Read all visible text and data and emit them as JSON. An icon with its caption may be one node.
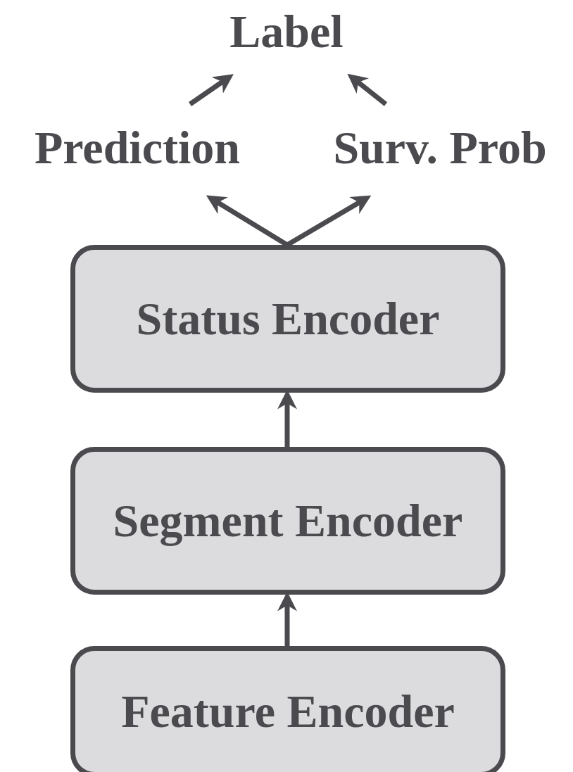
{
  "diagram": {
    "nodes": [
      {
        "text": [
          "Label"
        ]
      },
      {
        "text": [
          "Prediction"
        ]
      },
      {
        "text": [
          "Surv. Prob"
        ]
      },
      {
        "text": [
          "Status Encoder"
        ]
      },
      {
        "text": [
          "Segment Encoder"
        ]
      },
      {
        "text": [
          "Feature Encoder"
        ]
      }
    ],
    "edges": [
      {
        "from": 1,
        "to": 0,
        "arrow": "to"
      },
      {
        "from": 2,
        "to": 0,
        "arrow": "to"
      },
      {
        "from": 3,
        "to": 1,
        "arrow": "to"
      },
      {
        "from": 3,
        "to": 2,
        "arrow": "to"
      },
      {
        "from": 4,
        "to": 3,
        "arrow": "to"
      },
      {
        "from": 5,
        "to": 4,
        "arrow": "to"
      }
    ]
  }
}
